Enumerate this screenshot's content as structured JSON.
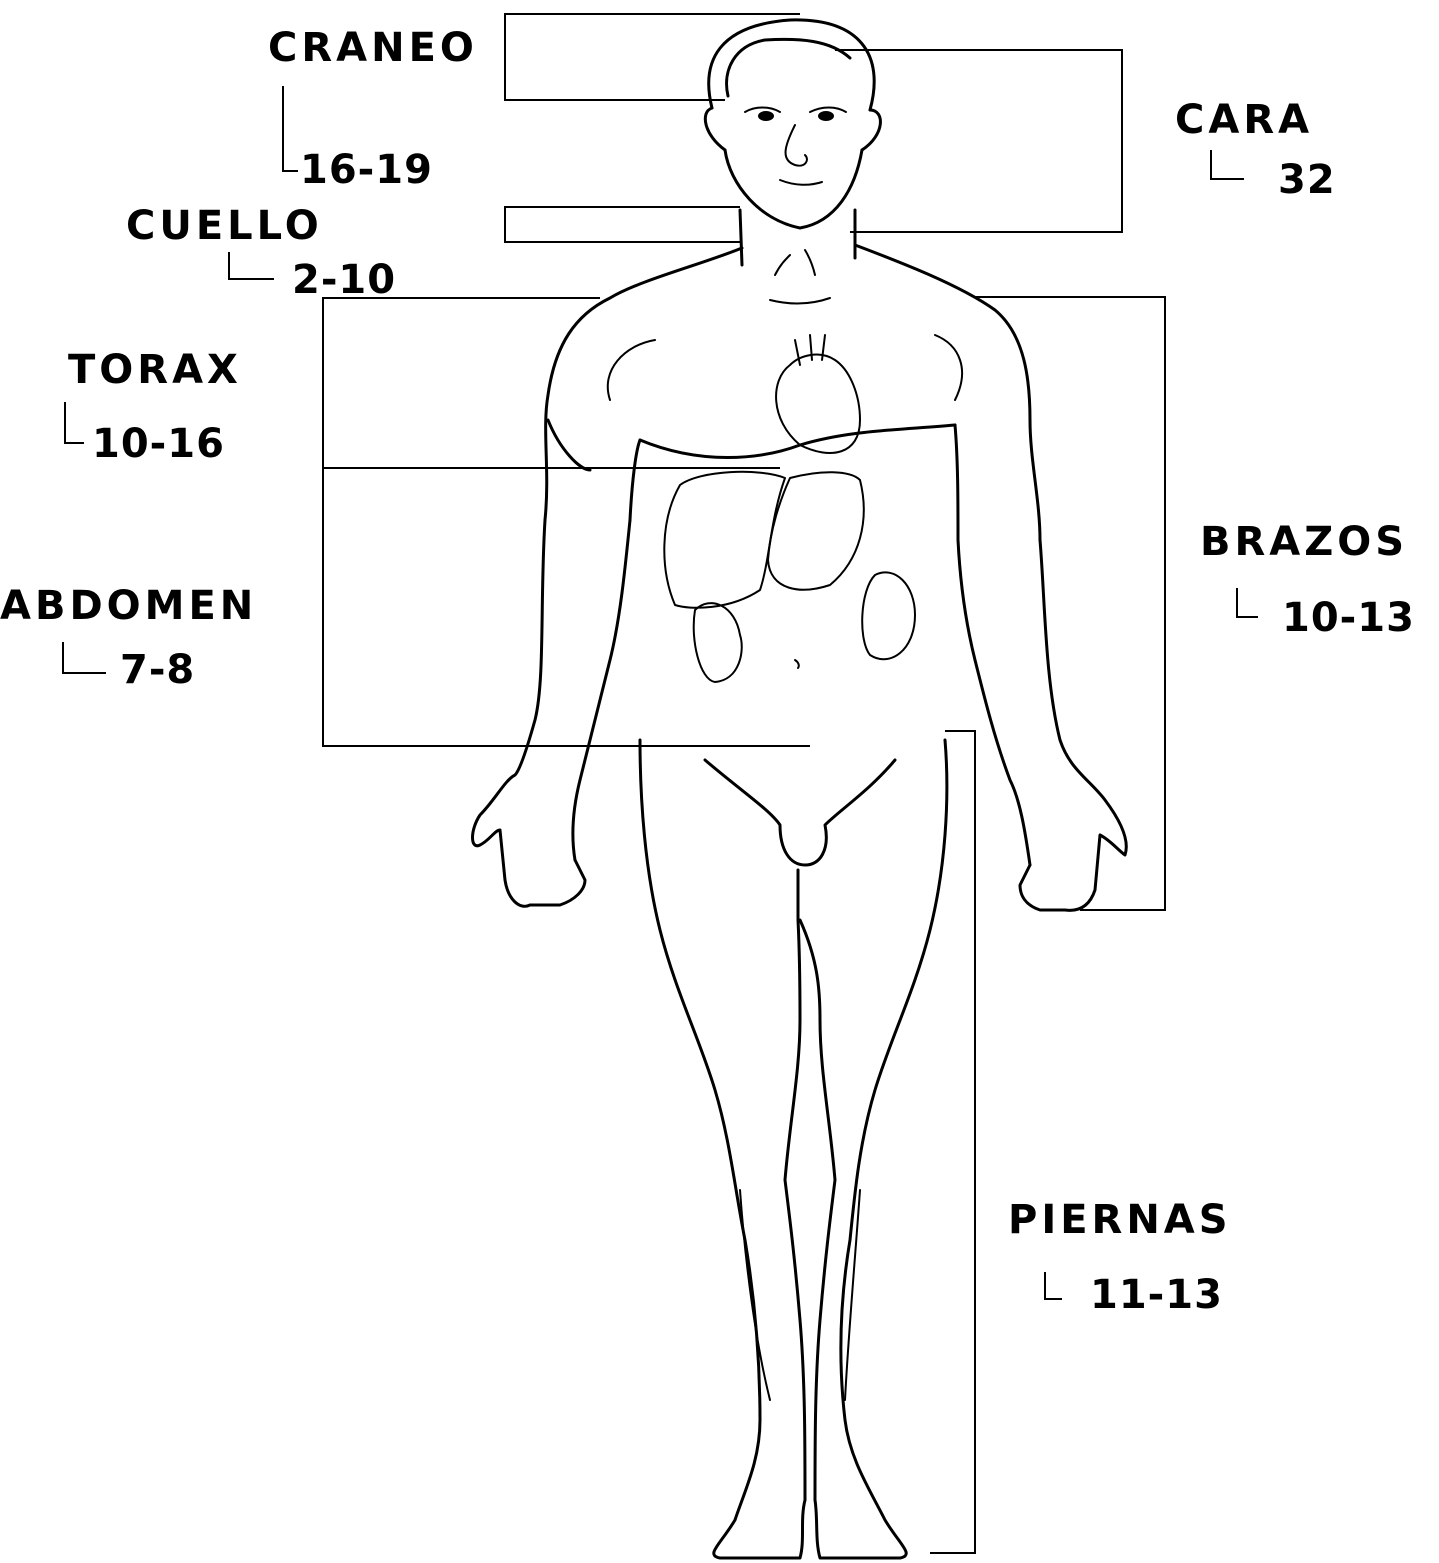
{
  "regions": [
    {
      "id": "craneo",
      "label": "CRANEO",
      "range": "16-19"
    },
    {
      "id": "cara",
      "label": "CARA",
      "range": "32"
    },
    {
      "id": "cuello",
      "label": "CUELLO",
      "range": "2-10"
    },
    {
      "id": "torax",
      "label": "TORAX",
      "range": "10-16"
    },
    {
      "id": "abdomen",
      "label": "ABDOMEN",
      "range": "7-8"
    },
    {
      "id": "brazos",
      "label": "BRAZOS",
      "range": "10-13"
    },
    {
      "id": "piernas",
      "label": "PIERNAS",
      "range": "11-13"
    }
  ]
}
